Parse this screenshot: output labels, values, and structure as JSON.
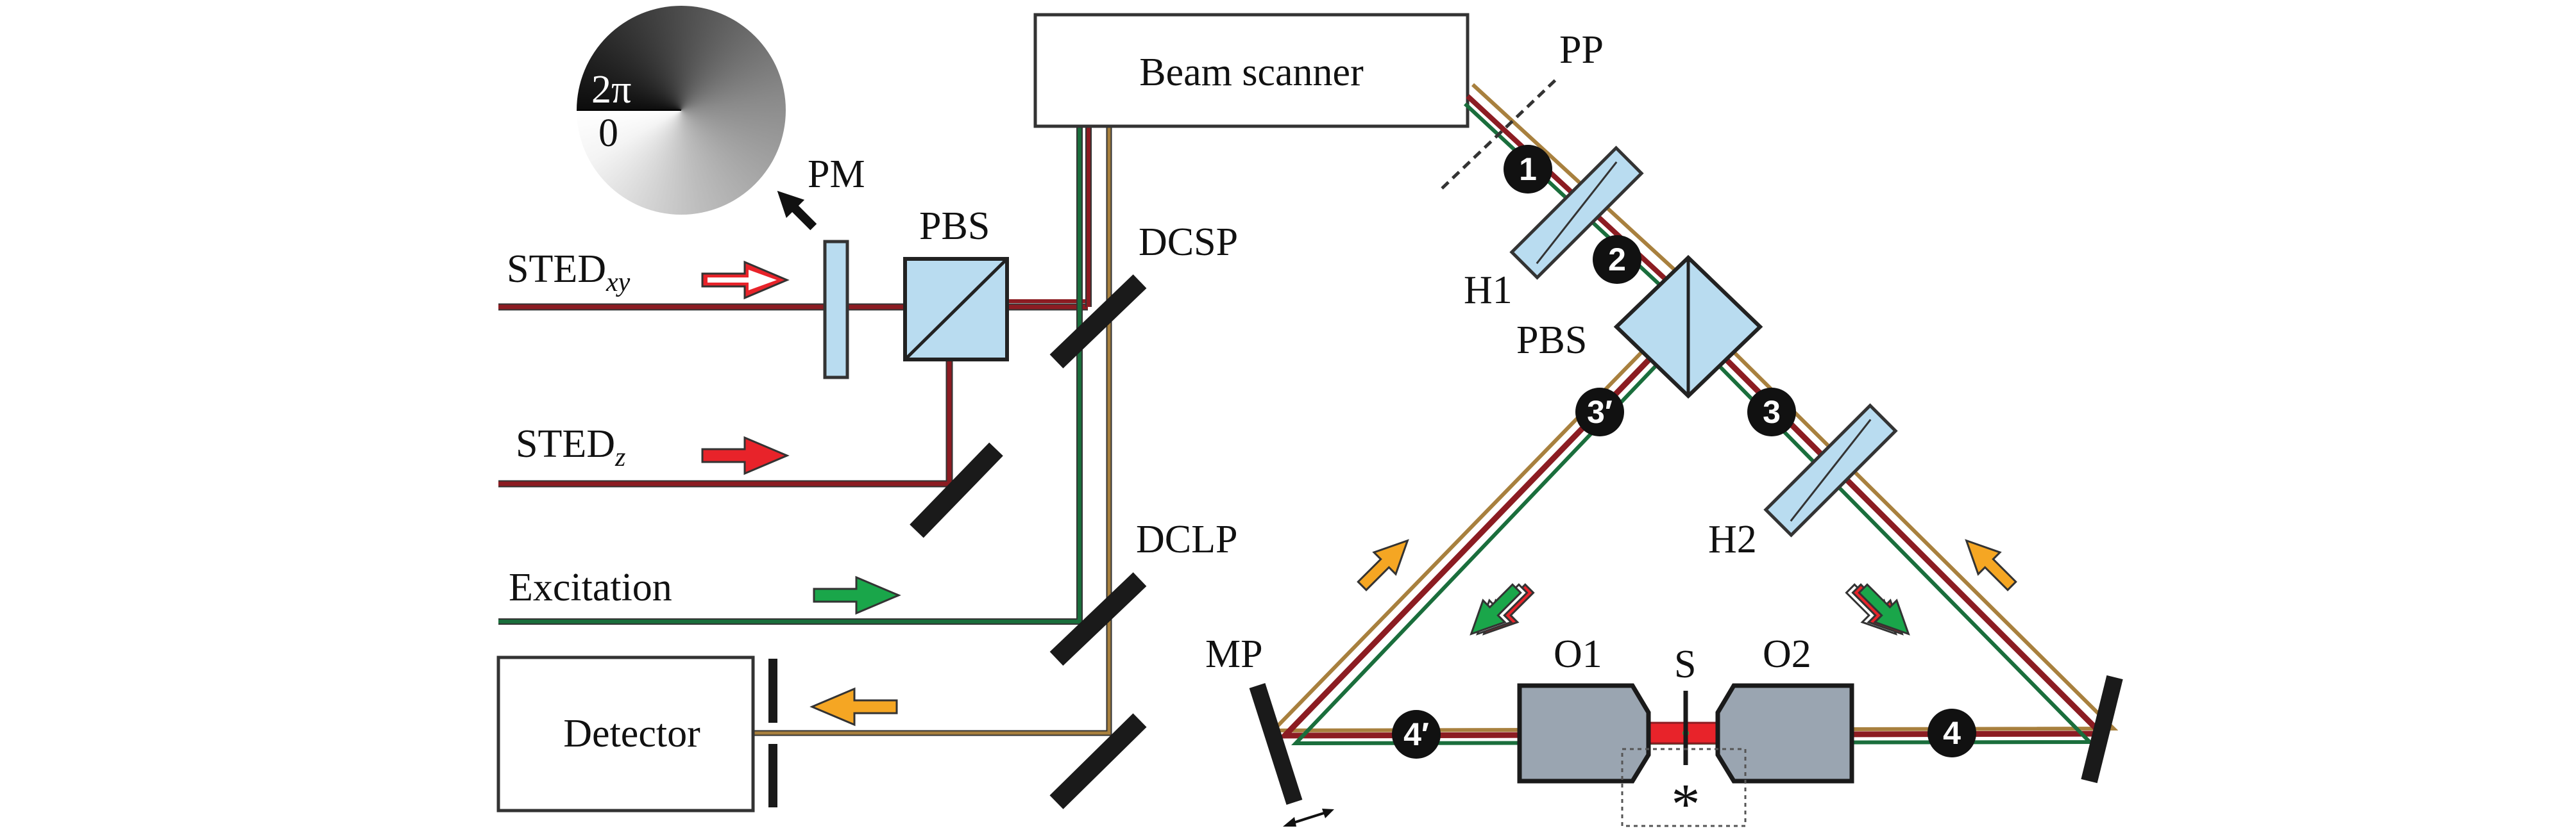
{
  "phase_mask": {
    "label_top": "2π",
    "label_bottom": "0"
  },
  "labels": {
    "pm": "PM",
    "pbs_left": "PBS",
    "pbs_right": "PBS",
    "dcsp": "DCSP",
    "dclp": "DCLP",
    "beam_scanner": "Beam scanner",
    "pp": "PP",
    "h1": "H1",
    "h2": "H2",
    "mp": "MP",
    "o1": "O1",
    "o2": "O2",
    "s": "S",
    "detector": "Detector",
    "asterisk": "*"
  },
  "inputs": {
    "sted_xy": {
      "main": "STED",
      "sub": "xy"
    },
    "sted_z": {
      "main": "STED",
      "sub": "z"
    },
    "excitation": "Excitation"
  },
  "positions": [
    "1",
    "2",
    "3′",
    "3",
    "4′",
    "4"
  ],
  "colors": {
    "sted": "#8c1c22",
    "sted_arrow": "#e8232a",
    "excitation": "#1a6e3c",
    "excitation_arrow": "#1aa64a",
    "fluorescence": "#a8803e",
    "fluorescence_arrow": "#f5a623",
    "optics": "#b9dcf0",
    "objective": "#9aa5b1"
  }
}
